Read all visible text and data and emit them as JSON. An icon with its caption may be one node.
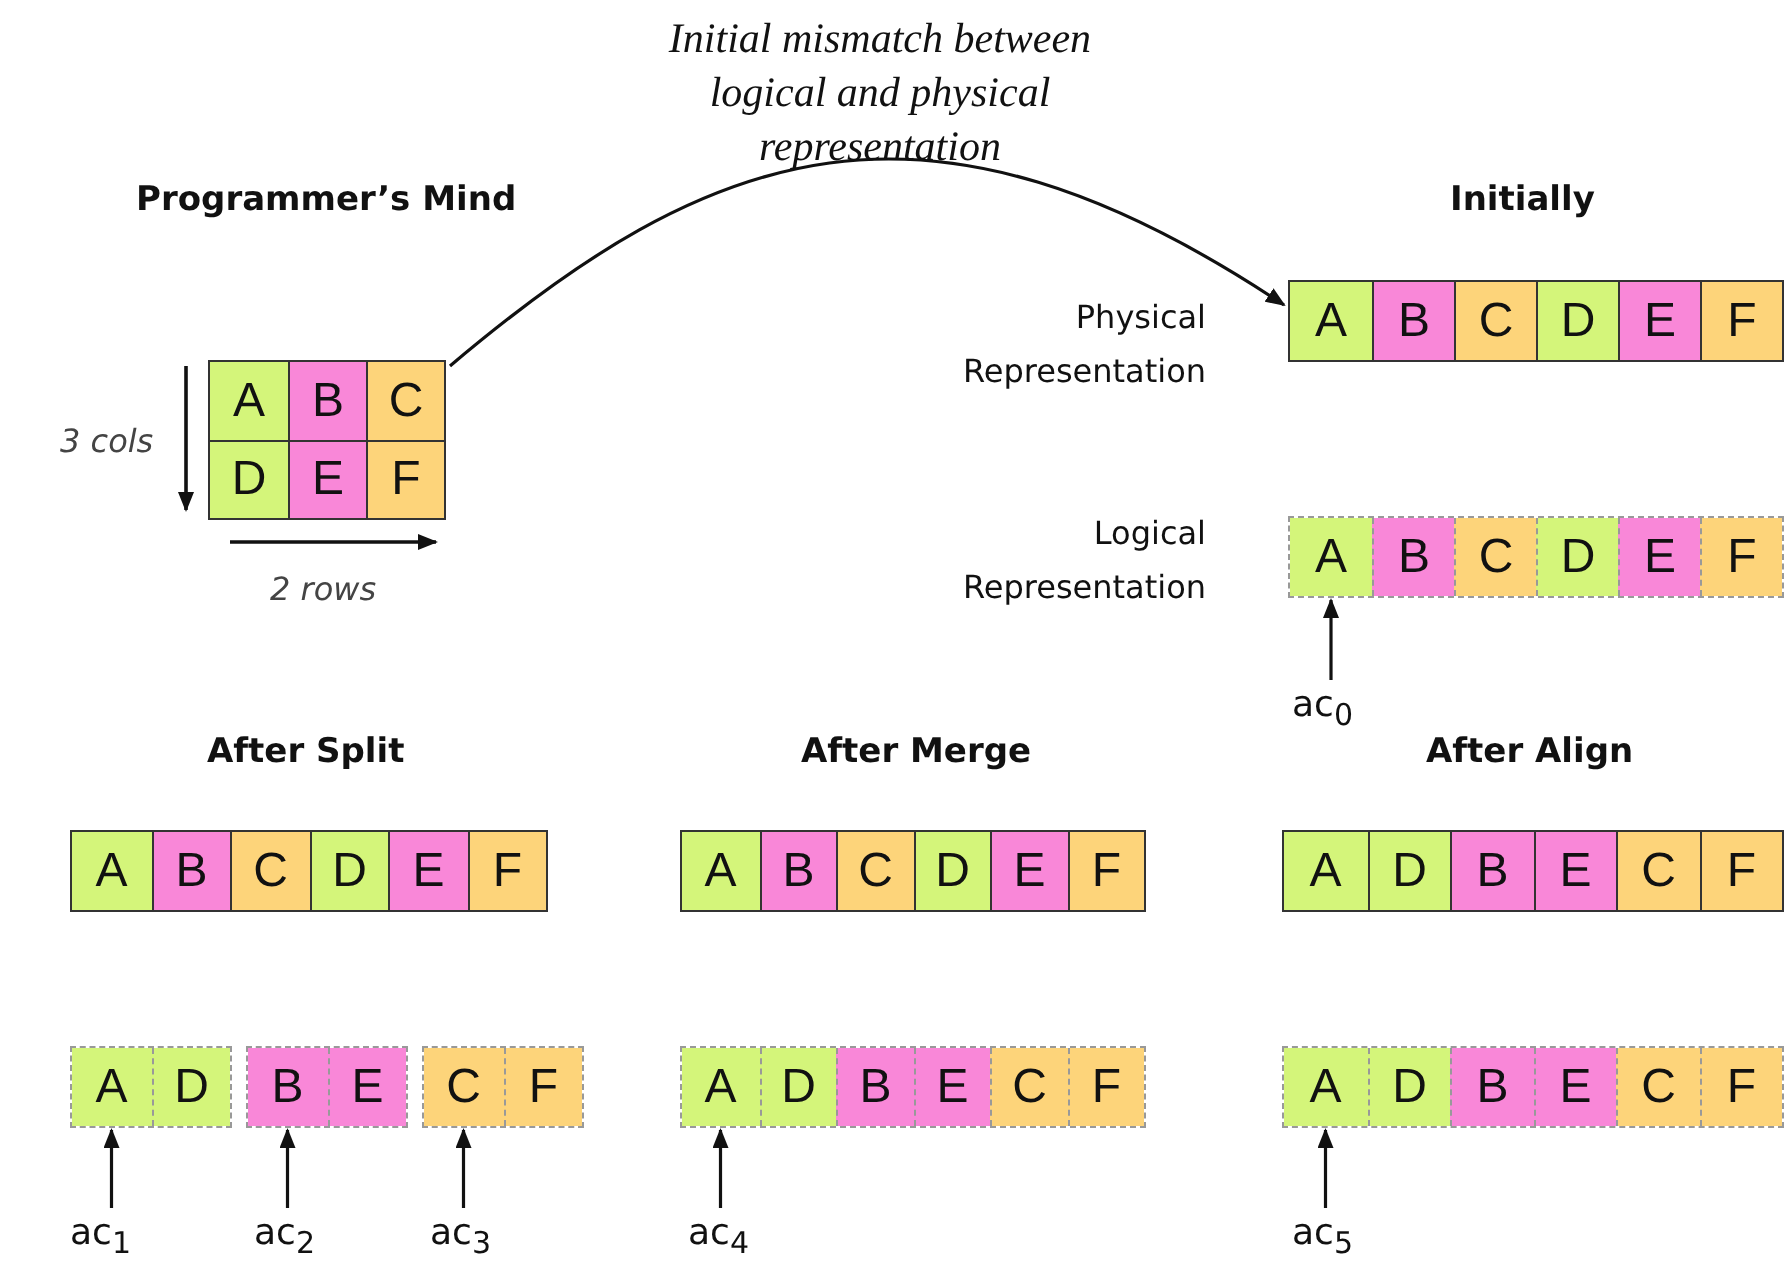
{
  "diagram": {
    "nodes": [
      {
        "text": [],
        "shape": "box"
      },
      {
        "text": [
          "A"
        ],
        "in": 0
      },
      {
        "text": [
          "B"
        ],
        "in": 0
      },
      {
        "text": [
          "C"
        ],
        "in": 0
      },
      {
        "text": [
          "D"
        ],
        "in": 0
      },
      {
        "text": [
          "E"
        ],
        "in": 0
      },
      {
        "text": [
          "F"
        ],
        "in": 0
      },
      {
        "text": [],
        "shape": "box"
      },
      {
        "text": [
          "A"
        ],
        "in": 7
      },
      {
        "text": [
          "B"
        ],
        "in": 7
      },
      {
        "text": [
          "C"
        ],
        "in": 7
      },
      {
        "text": [
          "D"
        ],
        "in": 7
      },
      {
        "text": [
          "E"
        ],
        "in": 7
      },
      {
        "text": [
          "F"
        ],
        "in": 7
      },
      {
        "text": [],
        "shape": "box"
      },
      {
        "text": [
          "A"
        ],
        "in": 14
      },
      {
        "text": [
          "B"
        ],
        "in": 14
      },
      {
        "text": [
          "C"
        ],
        "in": 14
      },
      {
        "text": [
          "D"
        ],
        "in": 14
      },
      {
        "text": [
          "E"
        ],
        "in": 14
      },
      {
        "text": [
          "F"
        ],
        "in": 14
      },
      {
        "text": [
          "ac$_{0}$"
        ]
      },
      {
        "text": [],
        "shape": "box"
      },
      {
        "text": [
          "A"
        ],
        "in": 22
      },
      {
        "text": [
          "B"
        ],
        "in": 22
      },
      {
        "text": [
          "C"
        ],
        "in": 22
      },
      {
        "text": [
          "D"
        ],
        "in": 22
      },
      {
        "text": [
          "E"
        ],
        "in": 22
      },
      {
        "text": [
          "F"
        ],
        "in": 22
      },
      {
        "text": [],
        "shape": "box"
      },
      {
        "text": [
          "A"
        ],
        "in": 29
      },
      {
        "text": [
          "D"
        ],
        "in": 29
      },
      {
        "text": [],
        "shape": "box"
      },
      {
        "text": [
          "B"
        ],
        "in": 32
      },
      {
        "text": [
          "E"
        ],
        "in": 32
      },
      {
        "text": [],
        "shape": "box"
      },
      {
        "text": [
          "C"
        ],
        "in": 35
      },
      {
        "text": [
          "F"
        ],
        "in": 35
      },
      {
        "text": [
          "ac$_{1}$"
        ]
      },
      {
        "text": [
          "ac$_{2}$"
        ]
      },
      {
        "text": [
          "ac$_{3}$"
        ]
      },
      {
        "text": [],
        "shape": "box"
      },
      {
        "text": [
          "A"
        ],
        "in": 41
      },
      {
        "text": [
          "B"
        ],
        "in": 41
      },
      {
        "text": [
          "C"
        ],
        "in": 41
      },
      {
        "text": [
          "D"
        ],
        "in": 41
      },
      {
        "text": [
          "E"
        ],
        "in": 41
      },
      {
        "text": [
          "F"
        ],
        "in": 41
      },
      {
        "text": [],
        "shape": "box"
      },
      {
        "text": [
          "A"
        ],
        "in": 48
      },
      {
        "text": [
          "D"
        ],
        "in": 48
      },
      {
        "text": [
          "B"
        ],
        "in": 48
      },
      {
        "text": [
          "E"
        ],
        "in": 48
      },
      {
        "text": [
          "C"
        ],
        "in": 48
      },
      {
        "text": [
          "F"
        ],
        "in": 48
      },
      {
        "text": [
          "ac$_{4}$"
        ]
      },
      {
        "text": [],
        "shape": "box"
      },
      {
        "text": [
          "A"
        ],
        "in": 56
      },
      {
        "text": [
          "D"
        ],
        "in": 56
      },
      {
        "text": [
          "B"
        ],
        "in": 56
      },
      {
        "text": [
          "E"
        ],
        "in": 56
      },
      {
        "text": [
          "C"
        ],
        "in": 56
      },
      {
        "text": [
          "F"
        ],
        "in": 56
      },
      {
        "text": [],
        "shape": "box"
      },
      {
        "text": [
          "A"
        ],
        "in": 63
      },
      {
        "text": [
          "D"
        ],
        "in": 63
      },
      {
        "text": [
          "B"
        ],
        "in": 63
      },
      {
        "text": [
          "E"
        ],
        "in": 63
      },
      {
        "text": [
          "C"
        ],
        "in": 63
      },
      {
        "text": [
          "F"
        ],
        "in": 63
      },
      {
        "text": [
          "ac$_{5}$"
        ]
      }
    ],
    "edges": [
      {
        "from": 0,
        "to": 7,
        "arrow": "to",
        "label": "Initial mismatch between logical and physical representation"
      },
      {
        "from": 21,
        "to": 15,
        "arrow": "to"
      },
      {
        "from": 38,
        "to": 30,
        "arrow": "to"
      },
      {
        "from": 39,
        "to": 33,
        "arrow": "to"
      },
      {
        "from": 40,
        "to": 36,
        "arrow": "to"
      },
      {
        "from": 55,
        "to": 49,
        "arrow": "to"
      },
      {
        "from": 70,
        "to": 64,
        "arrow": "to"
      }
    ],
    "labels": [
      "Programmer’s Mind",
      "Initially",
      "3 cols",
      "2 rows",
      "Physical Representation",
      "Logical Representation",
      "After Split",
      "After Merge",
      "After Align"
    ]
  }
}
